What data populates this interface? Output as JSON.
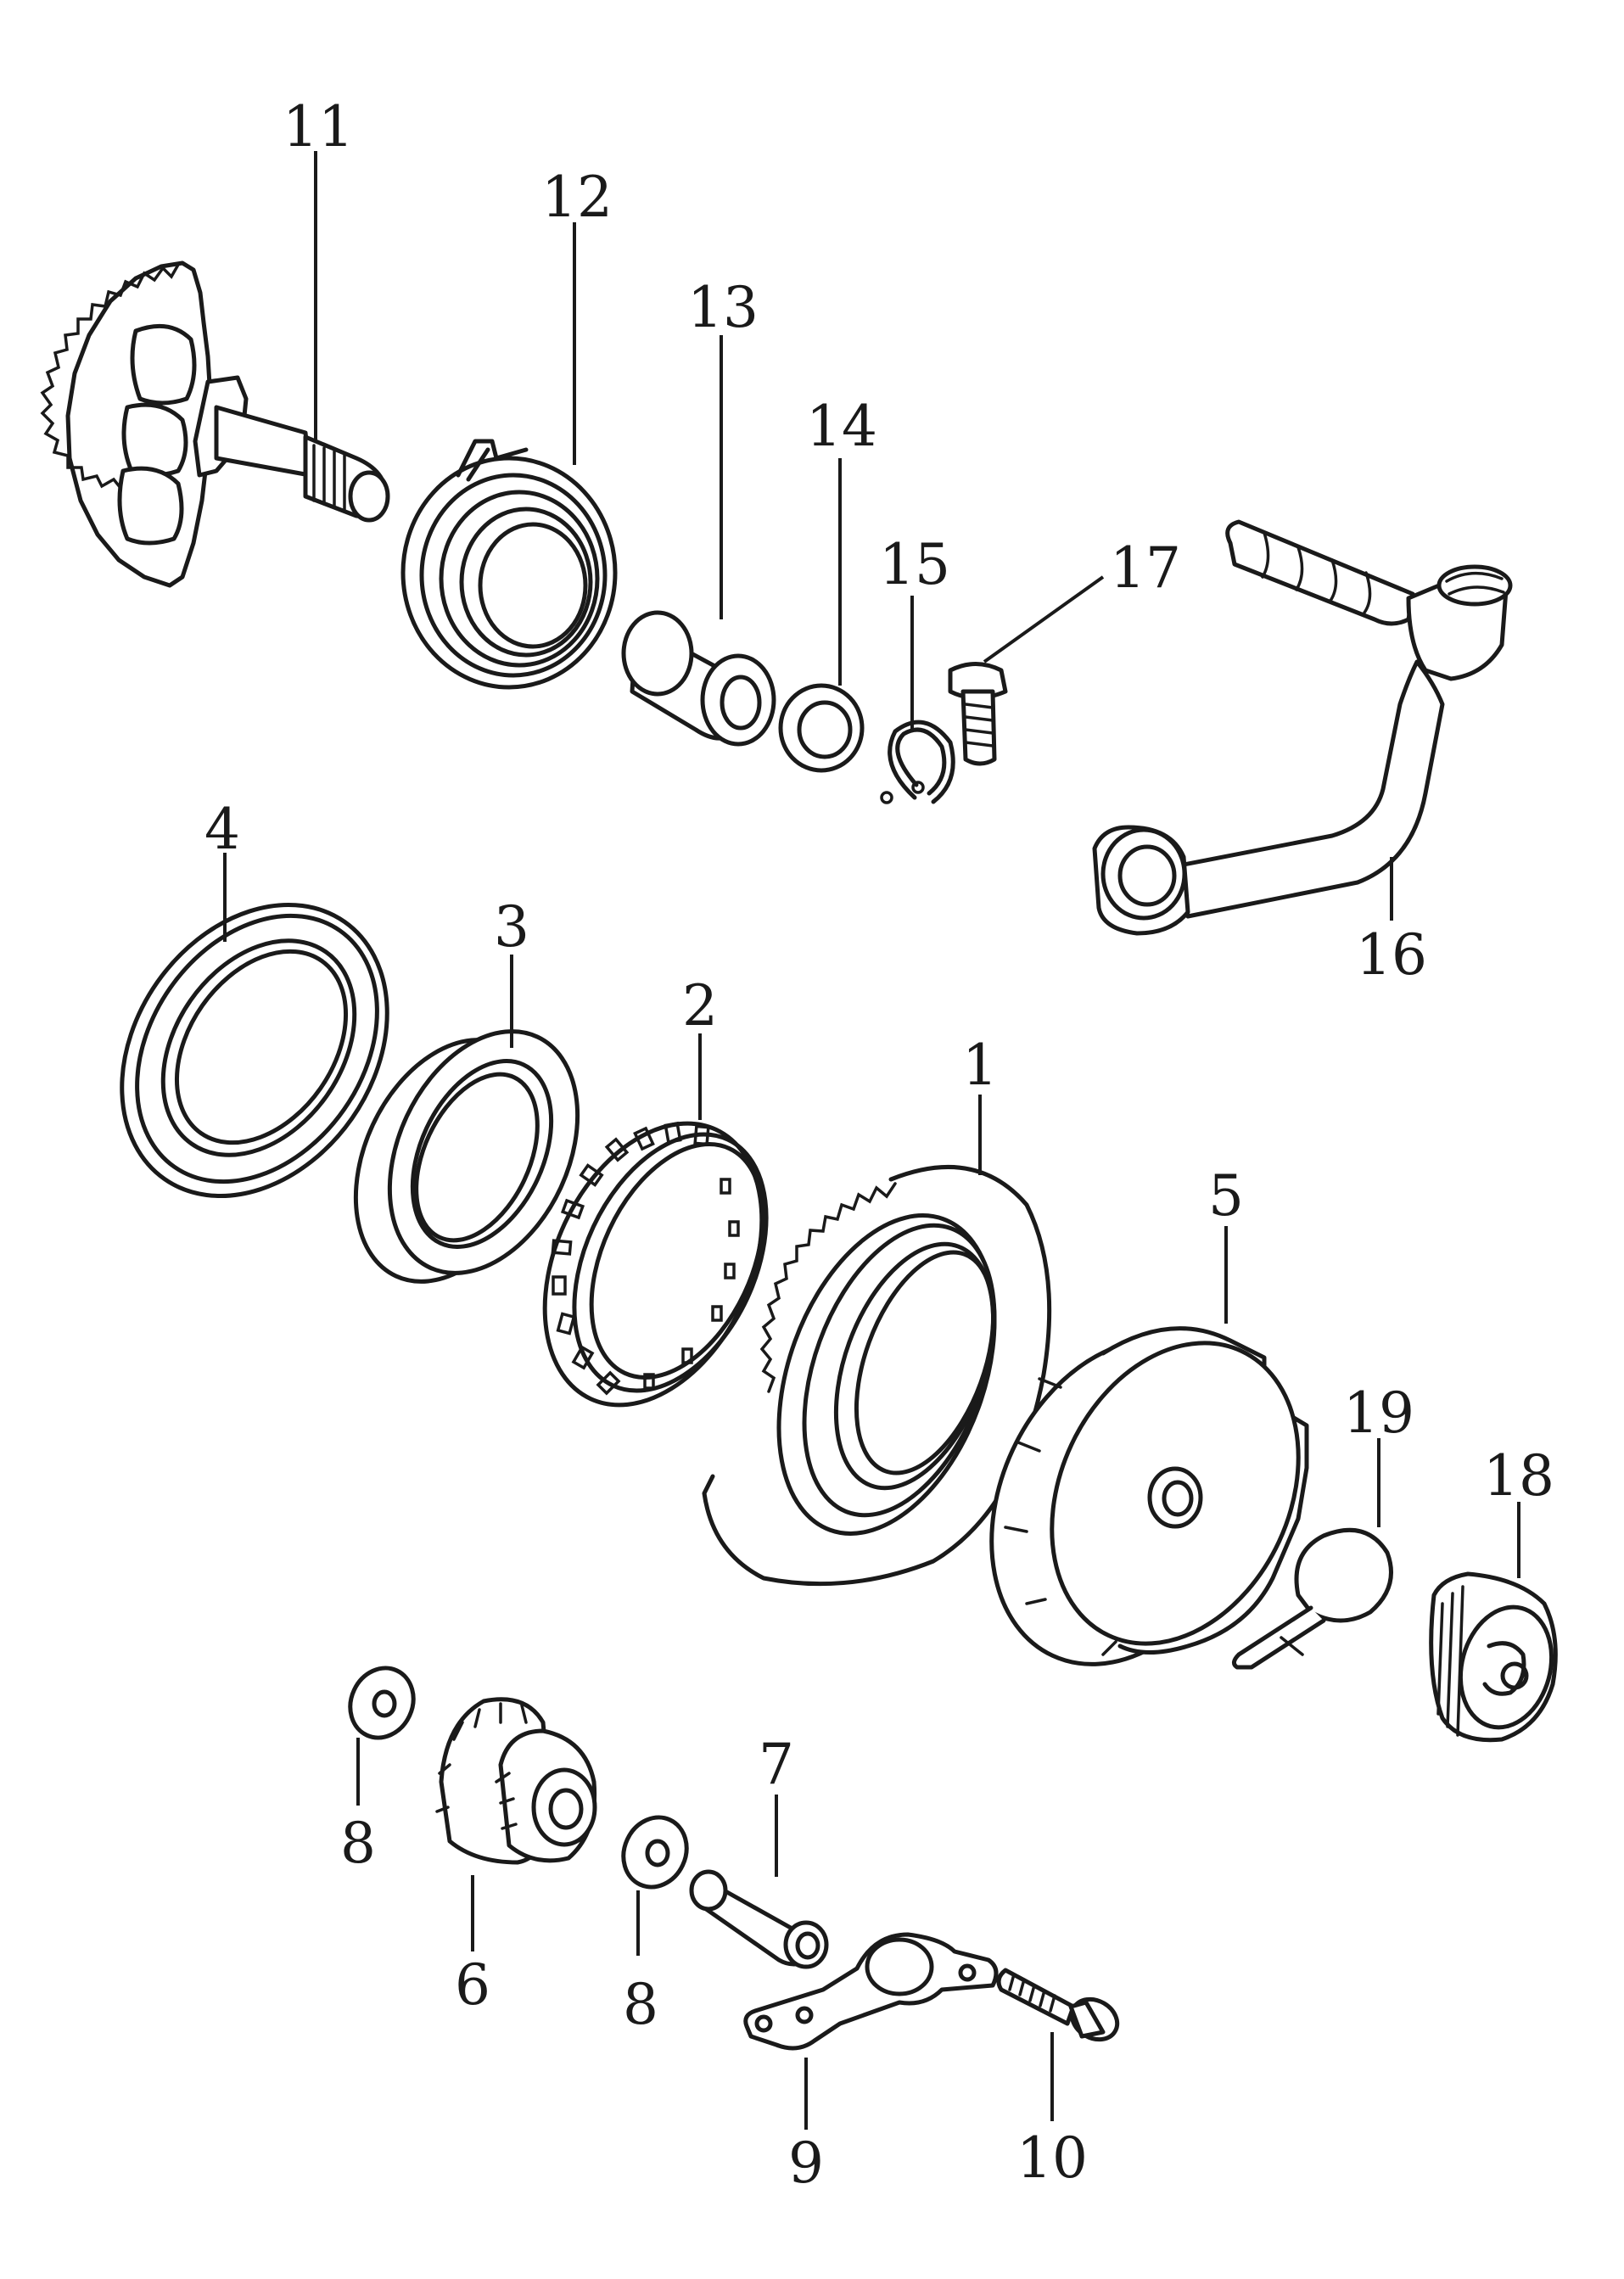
{
  "title": "Kick starter assembly exploded view",
  "callouts": [
    {
      "id": "c1",
      "label": "1"
    },
    {
      "id": "c2",
      "label": "2"
    },
    {
      "id": "c3",
      "label": "3"
    },
    {
      "id": "c4",
      "label": "4"
    },
    {
      "id": "c5",
      "label": "5"
    },
    {
      "id": "c6",
      "label": "6"
    },
    {
      "id": "c7",
      "label": "7"
    },
    {
      "id": "c8a",
      "label": "8"
    },
    {
      "id": "c8b",
      "label": "8"
    },
    {
      "id": "c9",
      "label": "9"
    },
    {
      "id": "c10",
      "label": "10"
    },
    {
      "id": "c11",
      "label": "11"
    },
    {
      "id": "c12",
      "label": "12"
    },
    {
      "id": "c13",
      "label": "13"
    },
    {
      "id": "c14",
      "label": "14"
    },
    {
      "id": "c15",
      "label": "15"
    },
    {
      "id": "c16",
      "label": "16"
    },
    {
      "id": "c17",
      "label": "17"
    },
    {
      "id": "c18",
      "label": "18"
    },
    {
      "id": "c19",
      "label": "19"
    }
  ],
  "colors": {
    "ink": "#1a1a1a",
    "paper": "#ffffff"
  }
}
